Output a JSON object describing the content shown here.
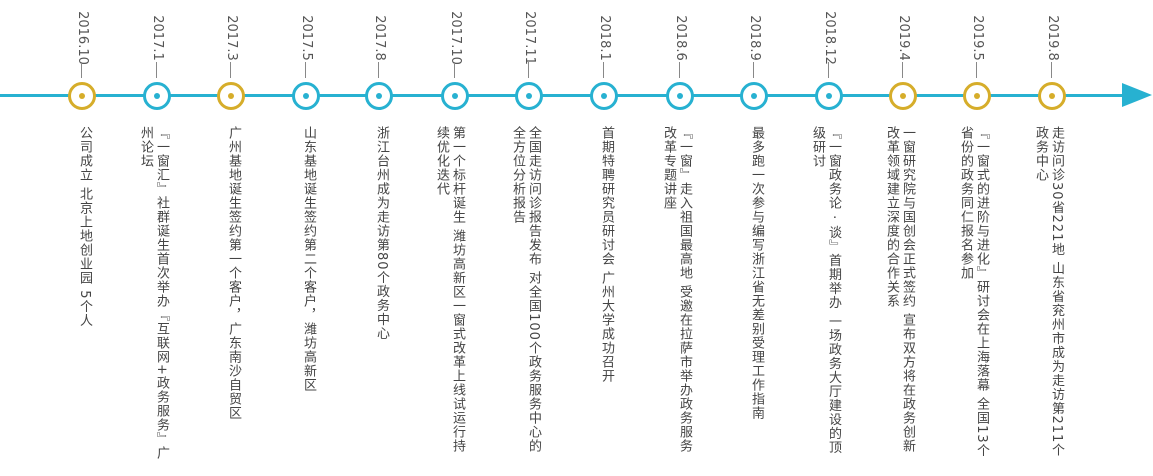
{
  "colors": {
    "axis": "#27b1d1",
    "gold": "#d6ad2a",
    "blue": "#27b1d1"
  },
  "events": [
    {
      "date": "2016.10",
      "dot": "gold",
      "text": "公司成立 北京上地创业园 5个人"
    },
    {
      "date": "2017.1",
      "dot": "blue",
      "text": "『一窗汇』社群诞生首次举办『互联网+政务服务』广州论坛"
    },
    {
      "date": "2017.3",
      "dot": "gold",
      "text": "广州基地诞生签约第一个客户，广东南沙自贸区"
    },
    {
      "date": "2017.5",
      "dot": "blue",
      "text": "山东基地诞生签约第二个客户，潍坊高新区"
    },
    {
      "date": "2017.8",
      "dot": "blue",
      "text": "浙江台州成为走访第80个政务中心"
    },
    {
      "date": "2017.10",
      "dot": "blue",
      "text": "第一个标杆诞生 潍坊高新区一窗式改革上线试运行持续优化迭代"
    },
    {
      "date": "2017.11",
      "dot": "blue",
      "text": "全国走访问诊报告发布 对全国100个政务服务中心的全方位分析报告"
    },
    {
      "date": "2018.1",
      "dot": "blue",
      "text": "首期特聘研究员研讨会 广州大学成功召开"
    },
    {
      "date": "2018.6",
      "dot": "blue",
      "text": "『一窗』走入祖国最高地 受邀在拉萨市举办政务服务改革专题讲座"
    },
    {
      "date": "2018.9",
      "dot": "blue",
      "text": "最多跑一次参与编写浙江省无差别受理工作指南"
    },
    {
      "date": "2018.12",
      "dot": "blue",
      "text": "『一窗政务论 · 谈』首期举办 一场政务大厅建设的顶级研讨"
    },
    {
      "date": "2019.4",
      "dot": "gold",
      "text": "一窗研究院与国创会正式签约 宣布双方将在政务创新改革领域建立深度的合作关系"
    },
    {
      "date": "2019.5",
      "dot": "gold",
      "text": "『一窗式的进阶与进化』研讨会在上海落幕 全国13个省份的政务同仁报名参加"
    },
    {
      "date": "2019.8",
      "dot": "gold",
      "text": "走访问诊30省221地 山东省兖州市成为走访第211个政务中心"
    }
  ]
}
